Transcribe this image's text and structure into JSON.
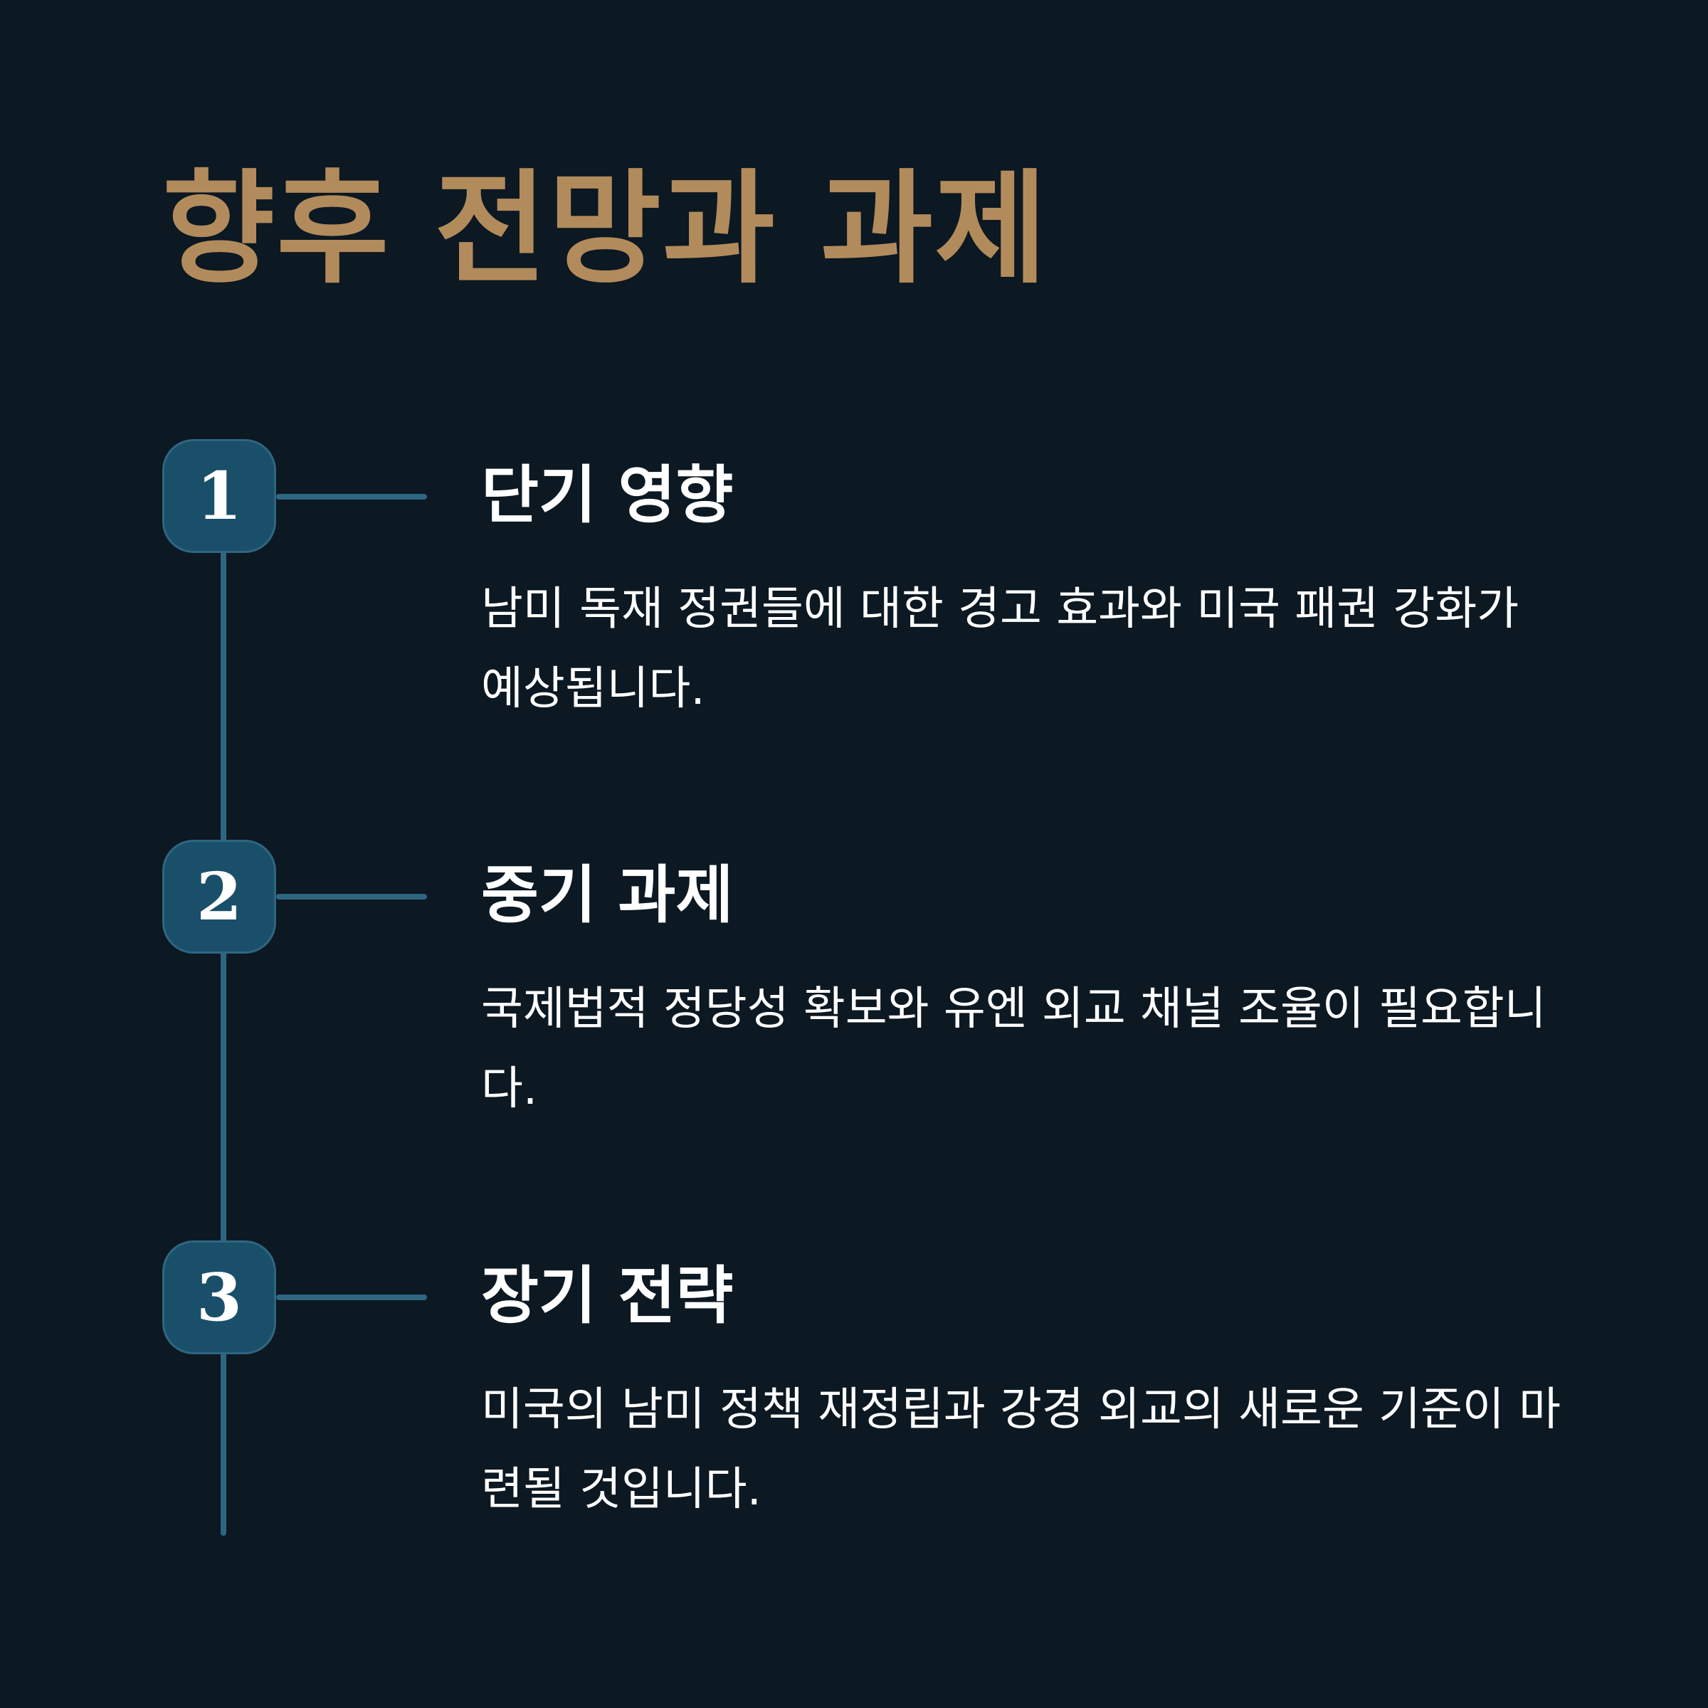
{
  "title": "향후 전망과 과제",
  "colors": {
    "background": "#0c1822",
    "title": "#b28b5c",
    "accent_line": "#2e6682",
    "badge_fill": "#1a4f6a",
    "text": "#ffffff"
  },
  "steps": [
    {
      "number": "1",
      "heading": "단기 영향",
      "body": "남미 독재 정권들에 대한 경고 효과와 미국 패권 강화가 예상됩니다."
    },
    {
      "number": "2",
      "heading": "중기 과제",
      "body": "국제법적 정당성 확보와 유엔 외교 채널 조율이 필요합니다."
    },
    {
      "number": "3",
      "heading": "장기 전략",
      "body": "미국의 남미 정책 재정립과 강경 외교의 새로운 기준이 마련될 것입니다."
    }
  ]
}
